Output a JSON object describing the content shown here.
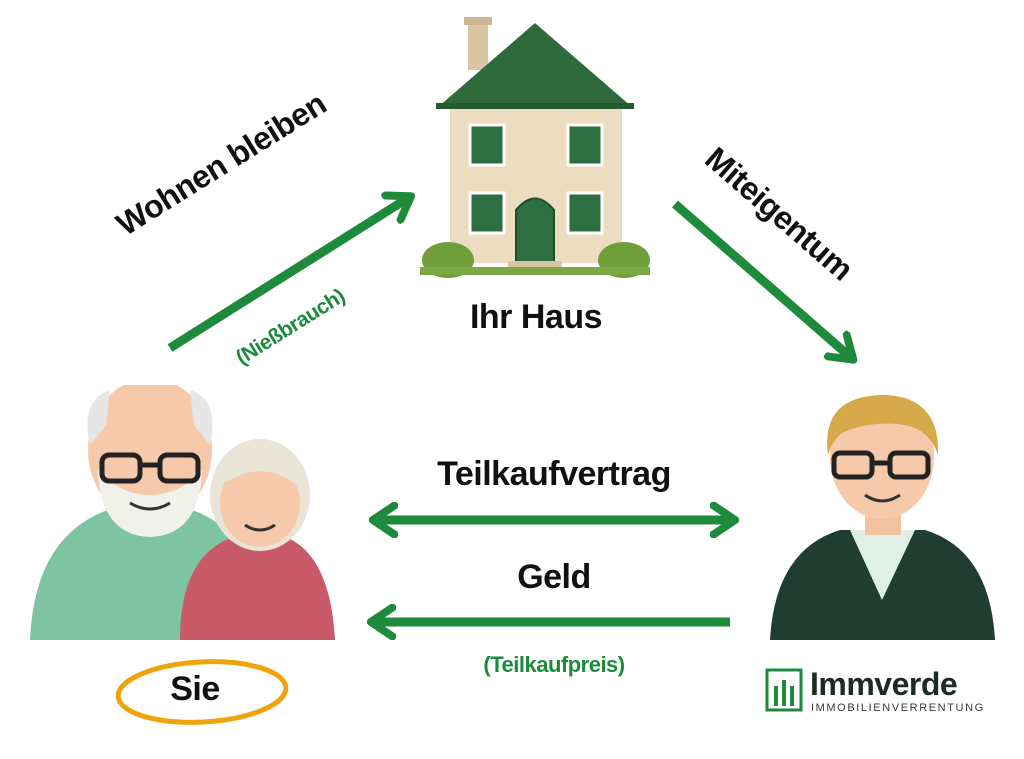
{
  "house": {
    "label": "Ihr Haus"
  },
  "arrows": {
    "stay": {
      "label": "Wohnen bleiben",
      "sublabel": "(Nießbrauch)"
    },
    "ownership": {
      "label": "Miteigentum"
    },
    "contract": {
      "label": "Teilkaufvertrag"
    },
    "money": {
      "label": "Geld",
      "sublabel": "(Teilkaufpreis)"
    }
  },
  "owners": {
    "label": "Sie"
  },
  "brand": {
    "name": "Immverde",
    "tagline": "IMMOBILIENVERRENTUNG"
  },
  "colors": {
    "arrow": "#1e8a3c",
    "highlight": "#f0a30a",
    "roof": "#2f6b3a"
  }
}
